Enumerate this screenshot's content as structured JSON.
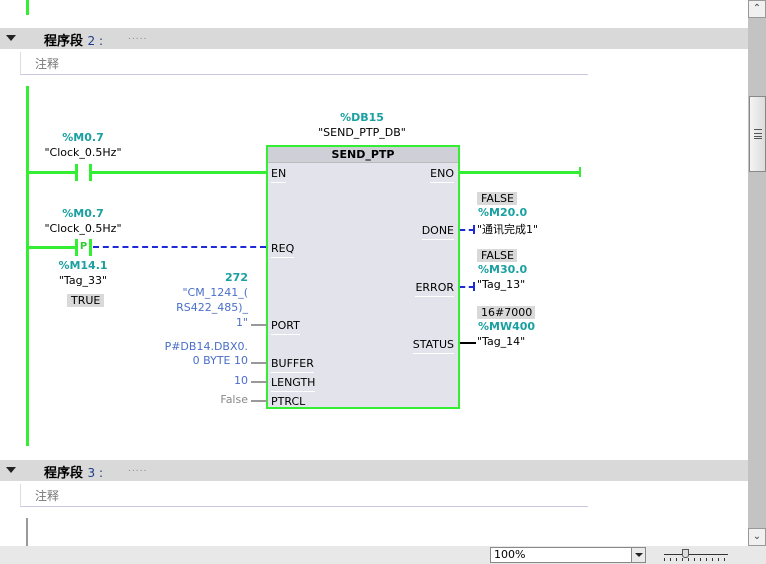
{
  "networks": [
    {
      "number": "2",
      "prefix": "程序段",
      "suffix": " :",
      "dots": ".....",
      "comment": "注释"
    },
    {
      "number": "3",
      "prefix": "程序段",
      "suffix": " :",
      "dots": ".....",
      "comment": "注释"
    }
  ],
  "contact1": {
    "address": "%M0.7",
    "symbol": "\"Clock_0.5Hz\""
  },
  "contact2": {
    "address": "%M0.7",
    "symbol": "\"Clock_0.5Hz\"",
    "label": "P",
    "edge_address": "%M14.1",
    "edge_symbol": "\"Tag_33\"",
    "edge_value": "TRUE"
  },
  "block": {
    "instance_address": "%DB15",
    "instance_name": "\"SEND_PTP_DB\"",
    "name": "SEND_PTP",
    "inputs": [
      {
        "pin": "EN"
      },
      {
        "pin": "REQ"
      },
      {
        "pin": "PORT",
        "value": "272",
        "param_lines": [
          "\"CM_1241_(",
          "RS422_485)_",
          "1\""
        ]
      },
      {
        "pin": "BUFFER",
        "param_lines": [
          "P#DB14.DBX0.",
          "0 BYTE 10"
        ]
      },
      {
        "pin": "LENGTH",
        "param": "10"
      },
      {
        "pin": "PTRCL",
        "param": "False"
      }
    ],
    "outputs": [
      {
        "pin": "ENO"
      },
      {
        "pin": "DONE",
        "value": "FALSE",
        "address": "%M20.0",
        "symbol": "\"通讯完成1\""
      },
      {
        "pin": "ERROR",
        "value": "FALSE",
        "address": "%M30.0",
        "symbol": "\"Tag_13\""
      },
      {
        "pin": "STATUS",
        "value": "16#7000",
        "address": "%MW400",
        "symbol": "\"Tag_14\""
      }
    ]
  },
  "statusbar": {
    "zoom": "100%"
  },
  "colors": {
    "energized": "#33ee33",
    "unpowered": "#1d2ad6",
    "address": "#1aa0a0",
    "parameter": "#4a6fc7"
  }
}
